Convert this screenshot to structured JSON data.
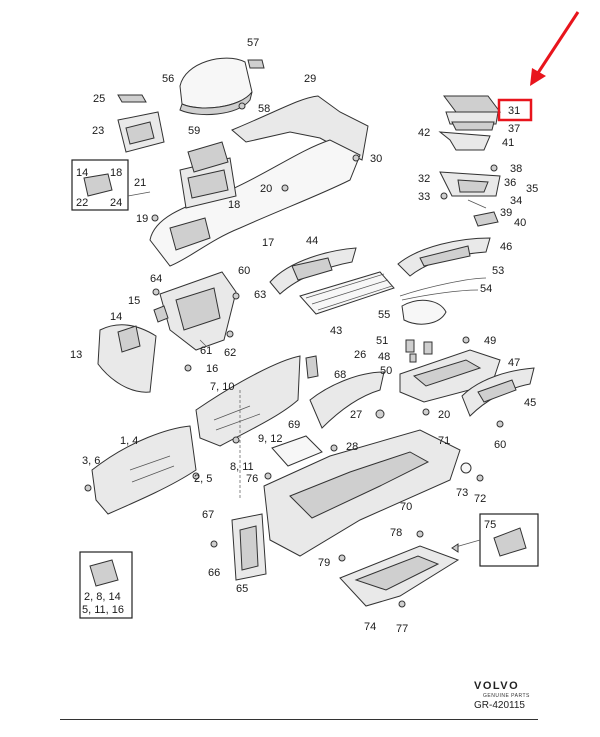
{
  "labels": {
    "p57": "57",
    "p56": "56",
    "p58": "58",
    "p29": "29",
    "p25": "25",
    "p23": "23",
    "p59": "59",
    "p30": "30",
    "p14a": "14",
    "p18a": "18",
    "p22": "22",
    "p24": "24",
    "p21": "21",
    "p20a": "20",
    "p18b": "18",
    "p19": "19",
    "p17": "17",
    "p31": "31",
    "p37": "37",
    "p42": "42",
    "p41": "41",
    "p38": "38",
    "p32": "32",
    "p36": "36",
    "p35": "35",
    "p33": "33",
    "p34": "34",
    "p39": "39",
    "p40": "40",
    "p44": "44",
    "p46": "46",
    "p53": "53",
    "p54": "54",
    "p55": "55",
    "p43": "43",
    "p64": "64",
    "p60a": "60",
    "p15": "15",
    "p63": "63",
    "p14b": "14",
    "p13": "13",
    "p61": "61",
    "p62": "62",
    "p16": "16",
    "p51": "51",
    "p48": "48",
    "p50": "50",
    "p49": "49",
    "p26": "26",
    "p47": "47",
    "p68": "68",
    "p710": "7, 10",
    "p27": "27",
    "p20b": "20",
    "p45": "45",
    "p69": "69",
    "p912": "9, 12",
    "p28": "28",
    "p71": "71",
    "p60b": "60",
    "p14c": "1, 4",
    "p36b": "3, 6",
    "p25b": "2, 5",
    "p811": "8, 11",
    "p76": "76",
    "p73": "73",
    "p72": "72",
    "p70": "70",
    "p67": "67",
    "p75": "75",
    "p78": "78",
    "p66": "66",
    "p79": "79",
    "p65": "65",
    "p74": "74",
    "p77": "77"
  },
  "inset_bottom_left": {
    "line1": "2, 8, 14",
    "line2": "5, 11, 16"
  },
  "brand": "VOLVO",
  "brand_sub": "GENUINE PARTS",
  "reference": "GR-420115",
  "highlight": {
    "label": "31",
    "color": "#e8141c"
  },
  "icons": {
    "arrow": "red-arrow-icon"
  }
}
